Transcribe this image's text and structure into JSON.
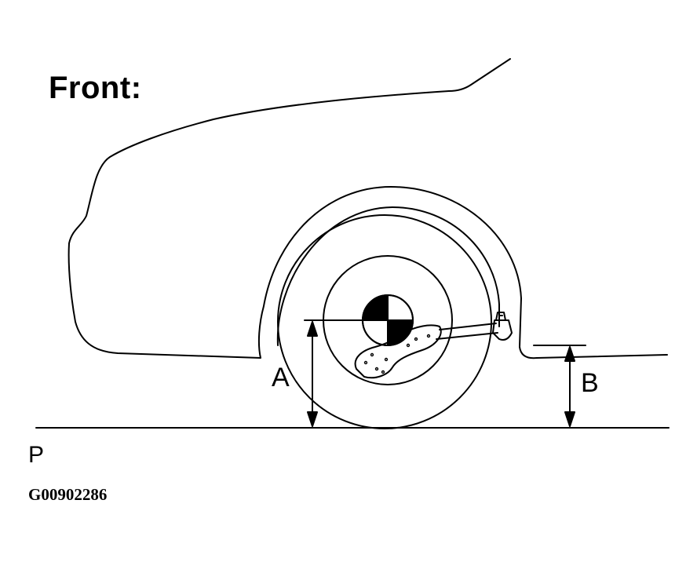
{
  "title": "Front:",
  "labels": {
    "a": "A",
    "b": "B",
    "p": "P"
  },
  "figure_code": "G00902286",
  "colors": {
    "line": "#000000",
    "background": "#ffffff"
  }
}
